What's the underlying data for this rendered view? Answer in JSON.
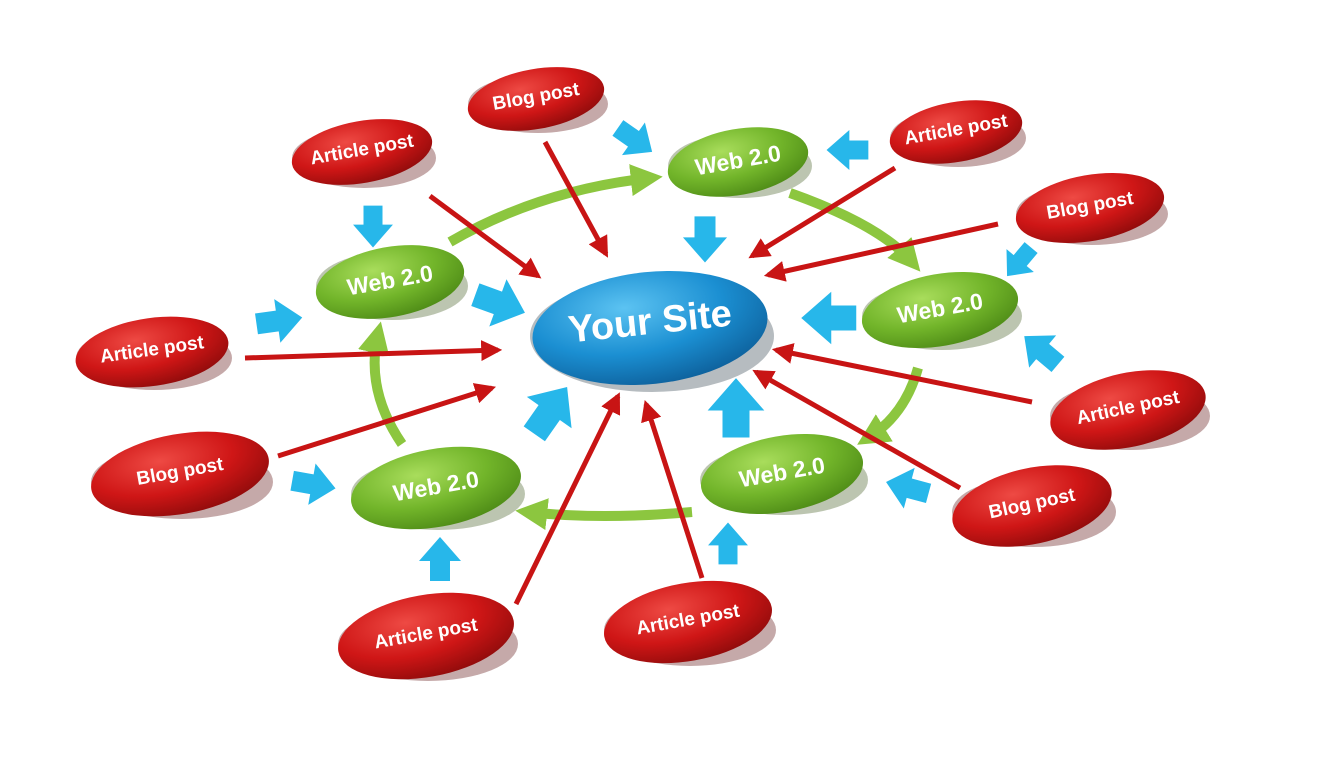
{
  "diagram": {
    "center": {
      "label": "Your Site"
    },
    "web_nodes": [
      {
        "label": "Web 2.0"
      },
      {
        "label": "Web 2.0"
      },
      {
        "label": "Web 2.0"
      },
      {
        "label": "Web 2.0"
      },
      {
        "label": "Web 2.0"
      }
    ],
    "post_nodes": [
      {
        "label": "Article post"
      },
      {
        "label": "Blog post"
      },
      {
        "label": "Article post"
      },
      {
        "label": "Blog post"
      },
      {
        "label": "Article post"
      },
      {
        "label": "Blog post"
      },
      {
        "label": "Article post"
      },
      {
        "label": "Article post"
      },
      {
        "label": "Blog post"
      },
      {
        "label": "Article post"
      }
    ],
    "colors": {
      "center": "#1b8fd2",
      "web": "#7cbf2f",
      "post": "#d11a1a",
      "blue_arrow": "#27b7ea",
      "red_arrow": "#c81414",
      "green_arrow": "#8cc63f"
    }
  }
}
